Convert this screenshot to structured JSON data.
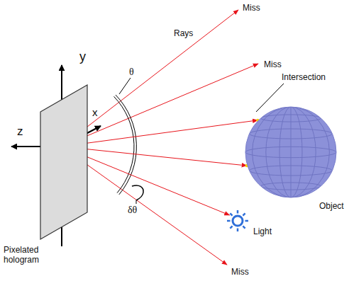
{
  "diagram": {
    "nodes": [
      {
        "text": [
          "Pixelated hologram"
        ]
      },
      {
        "text": [
          "Object"
        ]
      },
      {
        "text": [
          "Light"
        ]
      }
    ],
    "edges": [
      {
        "from": 0,
        "to": 1,
        "arrow": "to"
      },
      {
        "from": 0,
        "to": 1,
        "arrow": "to"
      },
      {
        "from": 0,
        "to": 2,
        "arrow": "to"
      }
    ],
    "labels": [
      "y",
      "z",
      "x",
      "θ",
      "δθ",
      "Rays",
      "Miss",
      "Miss",
      "Intersection",
      "Miss"
    ]
  }
}
